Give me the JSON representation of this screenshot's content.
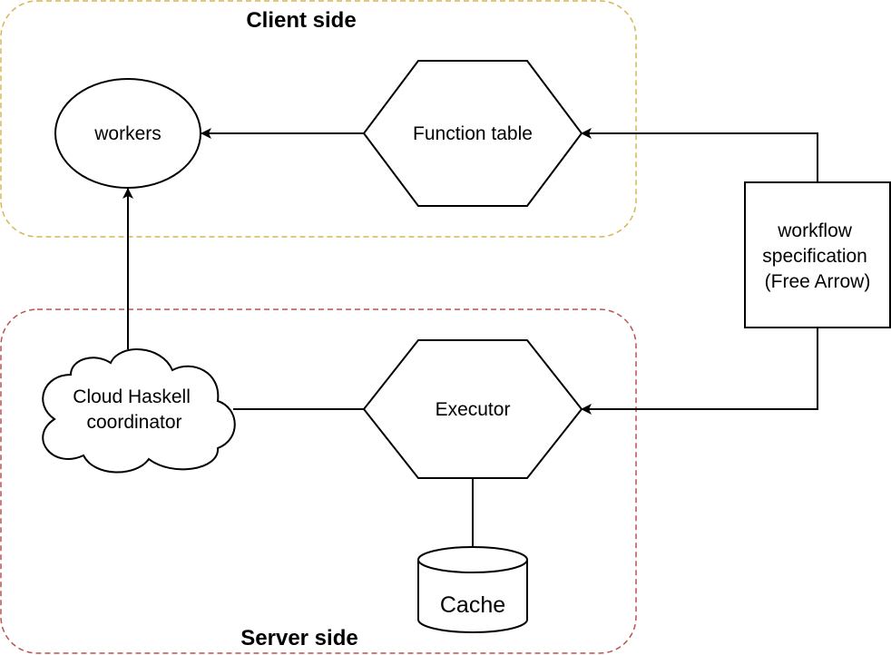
{
  "regions": {
    "client": {
      "title": "Client side",
      "border_color": "#d6b656"
    },
    "server": {
      "title": "Server side",
      "border_color": "#b85450"
    }
  },
  "nodes": {
    "workers": {
      "label": "workers",
      "shape": "ellipse"
    },
    "function_table": {
      "label": "Function table",
      "shape": "hexagon"
    },
    "workflow_spec": {
      "lines": [
        "workflow",
        "specification",
        "(Free Arrow)"
      ],
      "shape": "rectangle"
    },
    "coordinator": {
      "lines": [
        "Cloud Haskell",
        "coordinator"
      ],
      "shape": "cloud"
    },
    "executor": {
      "label": "Executor",
      "shape": "hexagon"
    },
    "cache": {
      "label": "Cache",
      "shape": "cylinder"
    }
  },
  "edges": [
    {
      "from": "function_table",
      "to": "workers",
      "arrow": true
    },
    {
      "from": "workflow_spec",
      "to": "function_table",
      "arrow": true
    },
    {
      "from": "workflow_spec",
      "to": "executor",
      "arrow": true
    },
    {
      "from": "coordinator",
      "to": "workers",
      "arrow": true
    },
    {
      "from": "executor",
      "to": "coordinator",
      "arrow": false
    },
    {
      "from": "executor",
      "to": "cache",
      "arrow": false
    }
  ],
  "colors": {
    "stroke": "#000000",
    "fill": "#ffffff"
  }
}
